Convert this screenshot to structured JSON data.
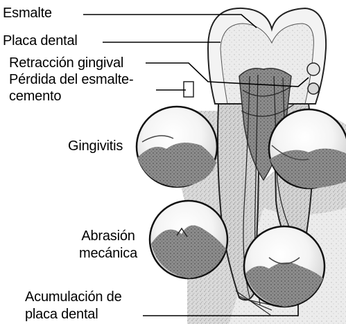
{
  "labels": {
    "esmalte": "Esmalte",
    "placa_dental": "Placa dental",
    "retraccion": "Retracción gingival",
    "perdida_line1": "Pérdida del esmalte-",
    "perdida_line2": "cemento",
    "gingivitis": "Gingivitis",
    "abrasion_line1": "Abrasión",
    "abrasion_line2": "mecánica",
    "acumulacion_line1": "Acumulación de",
    "acumulacion_line2": "placa dental"
  }
}
